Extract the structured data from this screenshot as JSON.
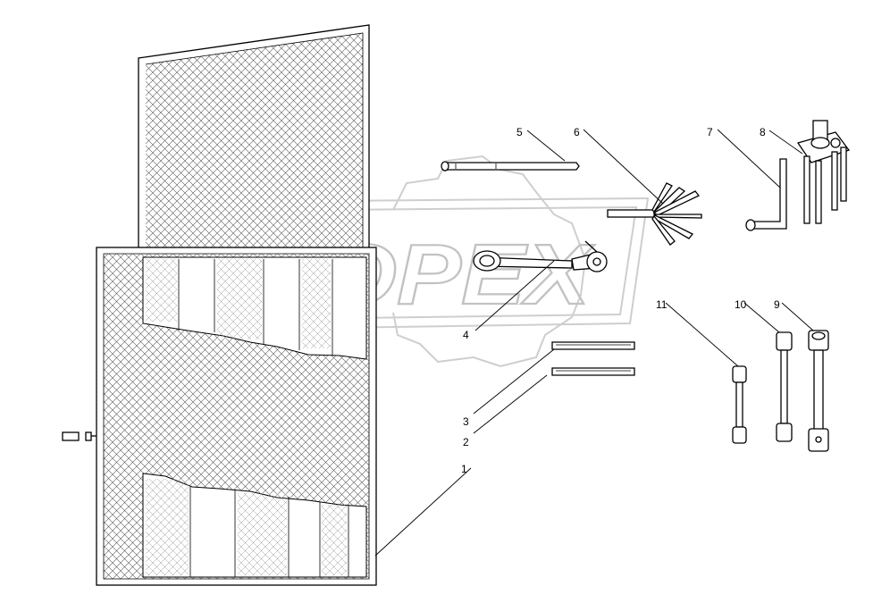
{
  "watermark": {
    "text": "OPEX"
  },
  "callouts": {
    "p1": "1",
    "p2": "2",
    "p3": "3",
    "p4": "4",
    "p5": "5",
    "p6": "6",
    "p7": "7",
    "p8": "8",
    "p9": "9",
    "p10": "10",
    "p11": "11"
  },
  "colors": {
    "ink": "#000000",
    "background": "#ffffff",
    "watermark": "#c4c4c4"
  }
}
